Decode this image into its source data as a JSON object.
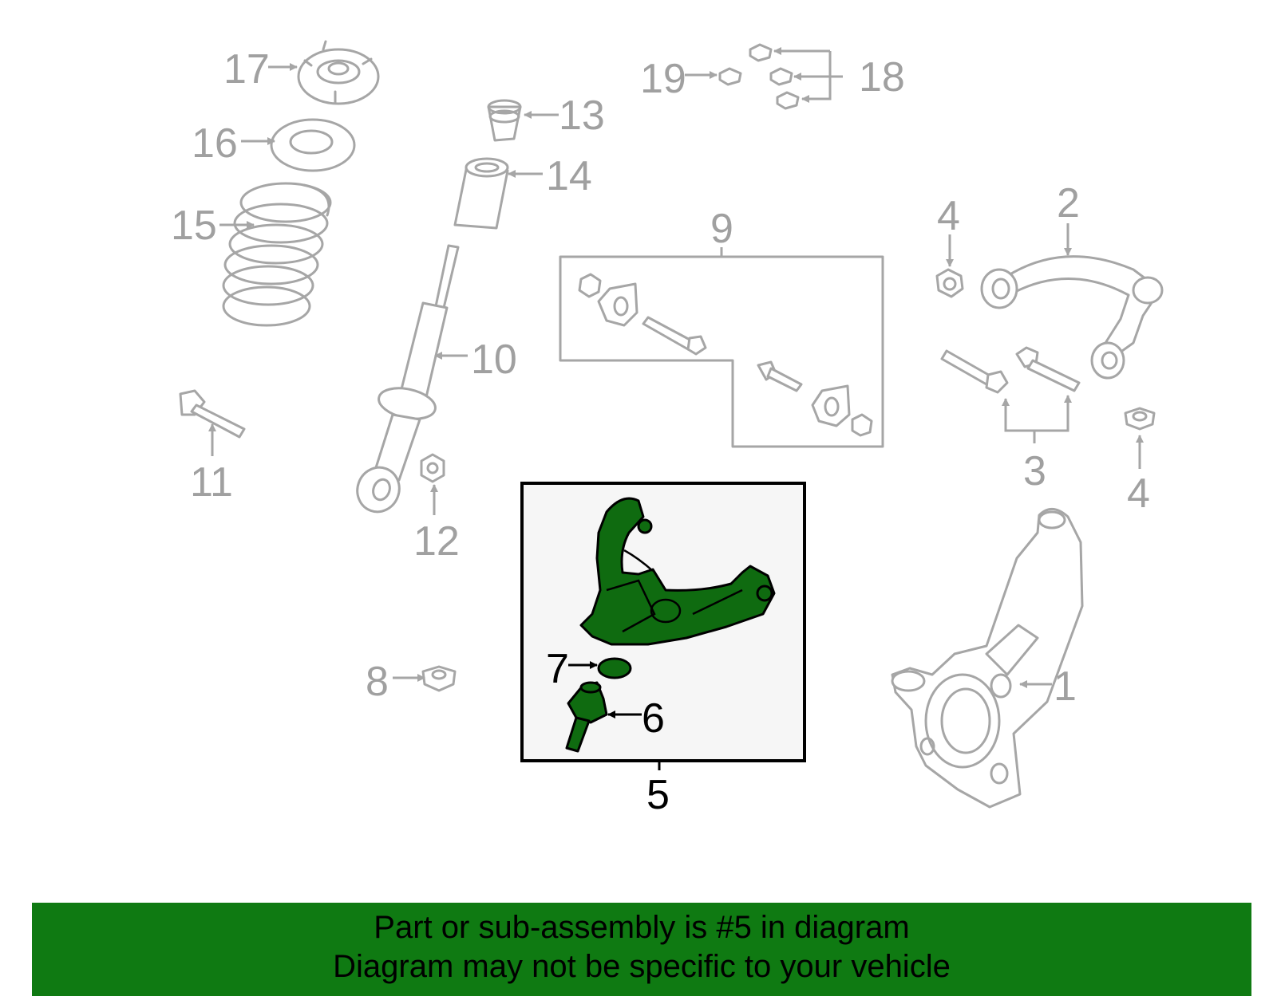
{
  "callouts": {
    "c1": "1",
    "c2": "2",
    "c3": "3",
    "c4a": "4",
    "c4b": "4",
    "c5": "5",
    "c6": "6",
    "c7": "7",
    "c8": "8",
    "c9": "9",
    "c10": "10",
    "c11": "11",
    "c12": "12",
    "c13": "13",
    "c14": "14",
    "c15": "15",
    "c16": "16",
    "c17": "17",
    "c18": "18",
    "c19": "19"
  },
  "highlight": {
    "part_number": "5",
    "color": "#0f6b10"
  },
  "banner": {
    "line1": "Part or sub-assembly is #5 in diagram",
    "line2": "Diagram may not be specific to your vehicle",
    "background": "#0f7a12"
  }
}
